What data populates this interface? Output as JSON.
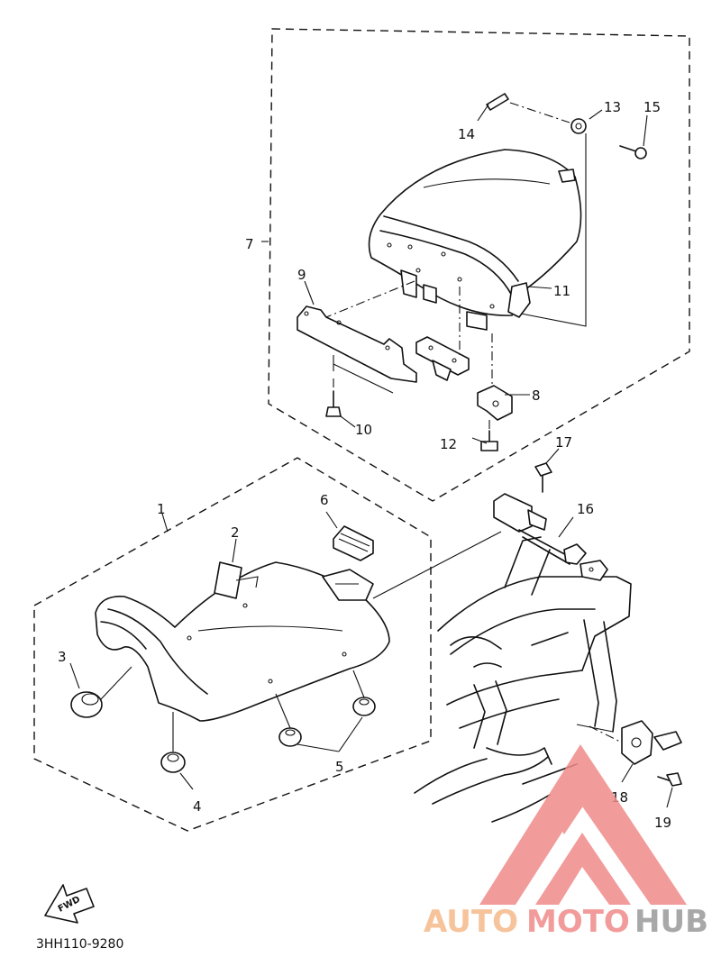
{
  "callouts": {
    "c1": "1",
    "c2": "2",
    "c3": "3",
    "c4": "4",
    "c5": "5",
    "c6": "6",
    "c7": "7",
    "c8": "8",
    "c9": "9",
    "c10": "10",
    "c11": "11",
    "c12": "12",
    "c13": "13",
    "c14": "14",
    "c15": "15",
    "c16": "16",
    "c17": "17",
    "c18": "18",
    "c19": "19"
  },
  "fwd_label": "FWD",
  "part_code": "3HH110-9280",
  "watermark": {
    "part1": "AUTO",
    "part2": "MOTO",
    "part3": "HUB",
    "color_orange": "#f5b98a",
    "color_red": "#f08a8a",
    "color_gray": "#9a9a9a"
  }
}
